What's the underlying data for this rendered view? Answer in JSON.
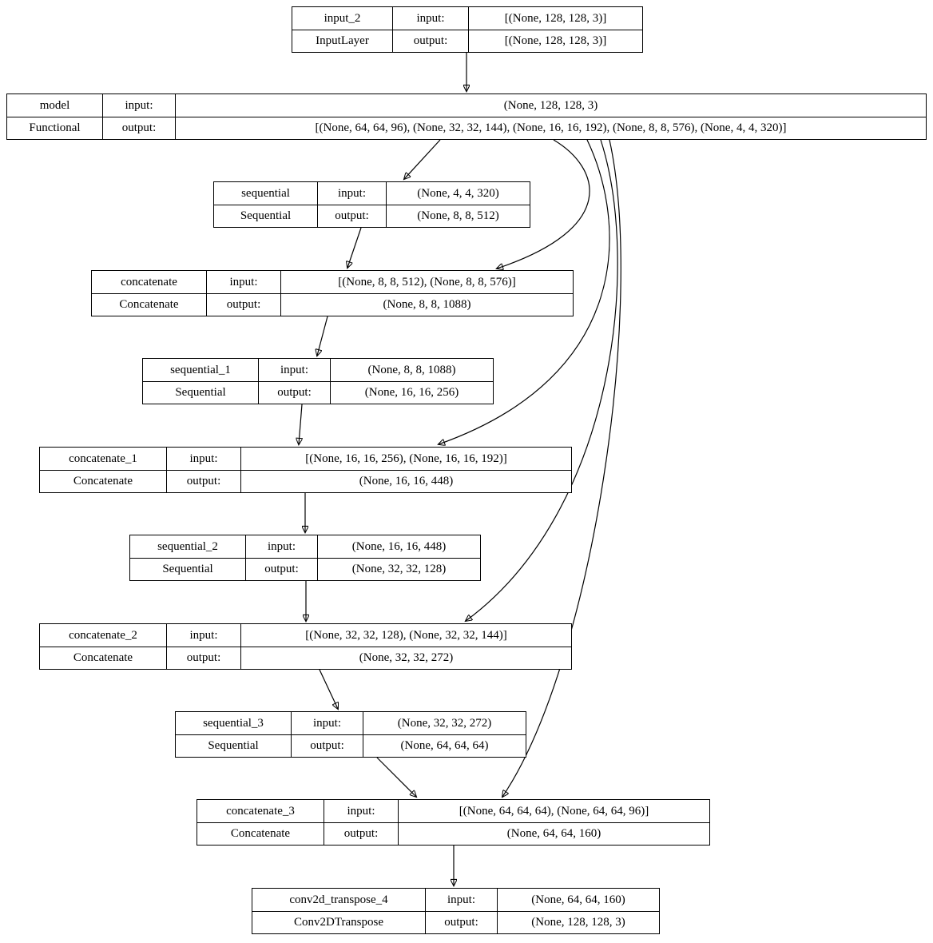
{
  "labels": {
    "input": "input:",
    "output": "output:"
  },
  "colors": {
    "background": "#ffffff",
    "border": "#000000",
    "text": "#000000"
  },
  "nodes": [
    {
      "name": "input_2",
      "class": "InputLayer",
      "input": "[(None, 128, 128, 3)]",
      "output": "[(None, 128, 128, 3)]"
    },
    {
      "name": "model",
      "class": "Functional",
      "input": "(None, 128, 128, 3)",
      "output": "[(None, 64, 64, 96), (None, 32, 32, 144), (None, 16, 16, 192), (None, 8, 8, 576), (None, 4, 4, 320)]"
    },
    {
      "name": "sequential",
      "class": "Sequential",
      "input": "(None, 4, 4, 320)",
      "output": "(None, 8, 8, 512)"
    },
    {
      "name": "concatenate",
      "class": "Concatenate",
      "input": "[(None, 8, 8, 512), (None, 8, 8, 576)]",
      "output": "(None, 8, 8, 1088)"
    },
    {
      "name": "sequential_1",
      "class": "Sequential",
      "input": "(None, 8, 8, 1088)",
      "output": "(None, 16, 16, 256)"
    },
    {
      "name": "concatenate_1",
      "class": "Concatenate",
      "input": "[(None, 16, 16, 256), (None, 16, 16, 192)]",
      "output": "(None, 16, 16, 448)"
    },
    {
      "name": "sequential_2",
      "class": "Sequential",
      "input": "(None, 16, 16, 448)",
      "output": "(None, 32, 32, 128)"
    },
    {
      "name": "concatenate_2",
      "class": "Concatenate",
      "input": "[(None, 32, 32, 128), (None, 32, 32, 144)]",
      "output": "(None, 32, 32, 272)"
    },
    {
      "name": "sequential_3",
      "class": "Sequential",
      "input": "(None, 32, 32, 272)",
      "output": "(None, 64, 64, 64)"
    },
    {
      "name": "concatenate_3",
      "class": "Concatenate",
      "input": "[(None, 64, 64, 64), (None, 64, 64, 96)]",
      "output": "(None, 64, 64, 160)"
    },
    {
      "name": "conv2d_transpose_4",
      "class": "Conv2DTranspose",
      "input": "(None, 64, 64, 160)",
      "output": "(None, 128, 128, 3)"
    }
  ],
  "edges": [
    {
      "from": "input_2",
      "to": "model"
    },
    {
      "from": "model",
      "to": "sequential"
    },
    {
      "from": "model",
      "to": "concatenate"
    },
    {
      "from": "model",
      "to": "concatenate_1"
    },
    {
      "from": "model",
      "to": "concatenate_2"
    },
    {
      "from": "model",
      "to": "concatenate_3"
    },
    {
      "from": "sequential",
      "to": "concatenate"
    },
    {
      "from": "concatenate",
      "to": "sequential_1"
    },
    {
      "from": "sequential_1",
      "to": "concatenate_1"
    },
    {
      "from": "concatenate_1",
      "to": "sequential_2"
    },
    {
      "from": "sequential_2",
      "to": "concatenate_2"
    },
    {
      "from": "concatenate_2",
      "to": "sequential_3"
    },
    {
      "from": "sequential_3",
      "to": "concatenate_3"
    },
    {
      "from": "concatenate_3",
      "to": "conv2d_transpose_4"
    }
  ]
}
